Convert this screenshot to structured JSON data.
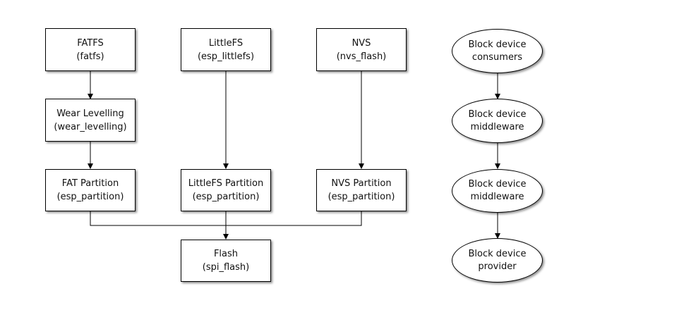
{
  "storage_stack": {
    "fatfs": {
      "title": "FATFS",
      "component": "(fatfs)"
    },
    "littlefs": {
      "title": "LittleFS",
      "component": "(esp_littlefs)"
    },
    "nvs": {
      "title": "NVS",
      "component": "(nvs_flash)"
    },
    "wear_levelling": {
      "title": "Wear Levelling",
      "component": "(wear_levelling)"
    },
    "fat_partition": {
      "title": "FAT Partition",
      "component": "(esp_partition)"
    },
    "littlefs_partition": {
      "title": "LittleFS Partition",
      "component": "(esp_partition)"
    },
    "nvs_partition": {
      "title": "NVS Partition",
      "component": "(esp_partition)"
    },
    "flash": {
      "title": "Flash",
      "component": "(spi_flash)"
    }
  },
  "legend": {
    "consumers": {
      "line1": "Block device",
      "line2": "consumers"
    },
    "middleware1": {
      "line1": "Block device",
      "line2": "middleware"
    },
    "middleware2": {
      "line1": "Block device",
      "line2": "middleware"
    },
    "provider": {
      "line1": "Block device",
      "line2": "provider"
    }
  },
  "colors": {
    "line": "#000000",
    "fill": "#ffffff",
    "text": "#111111"
  }
}
